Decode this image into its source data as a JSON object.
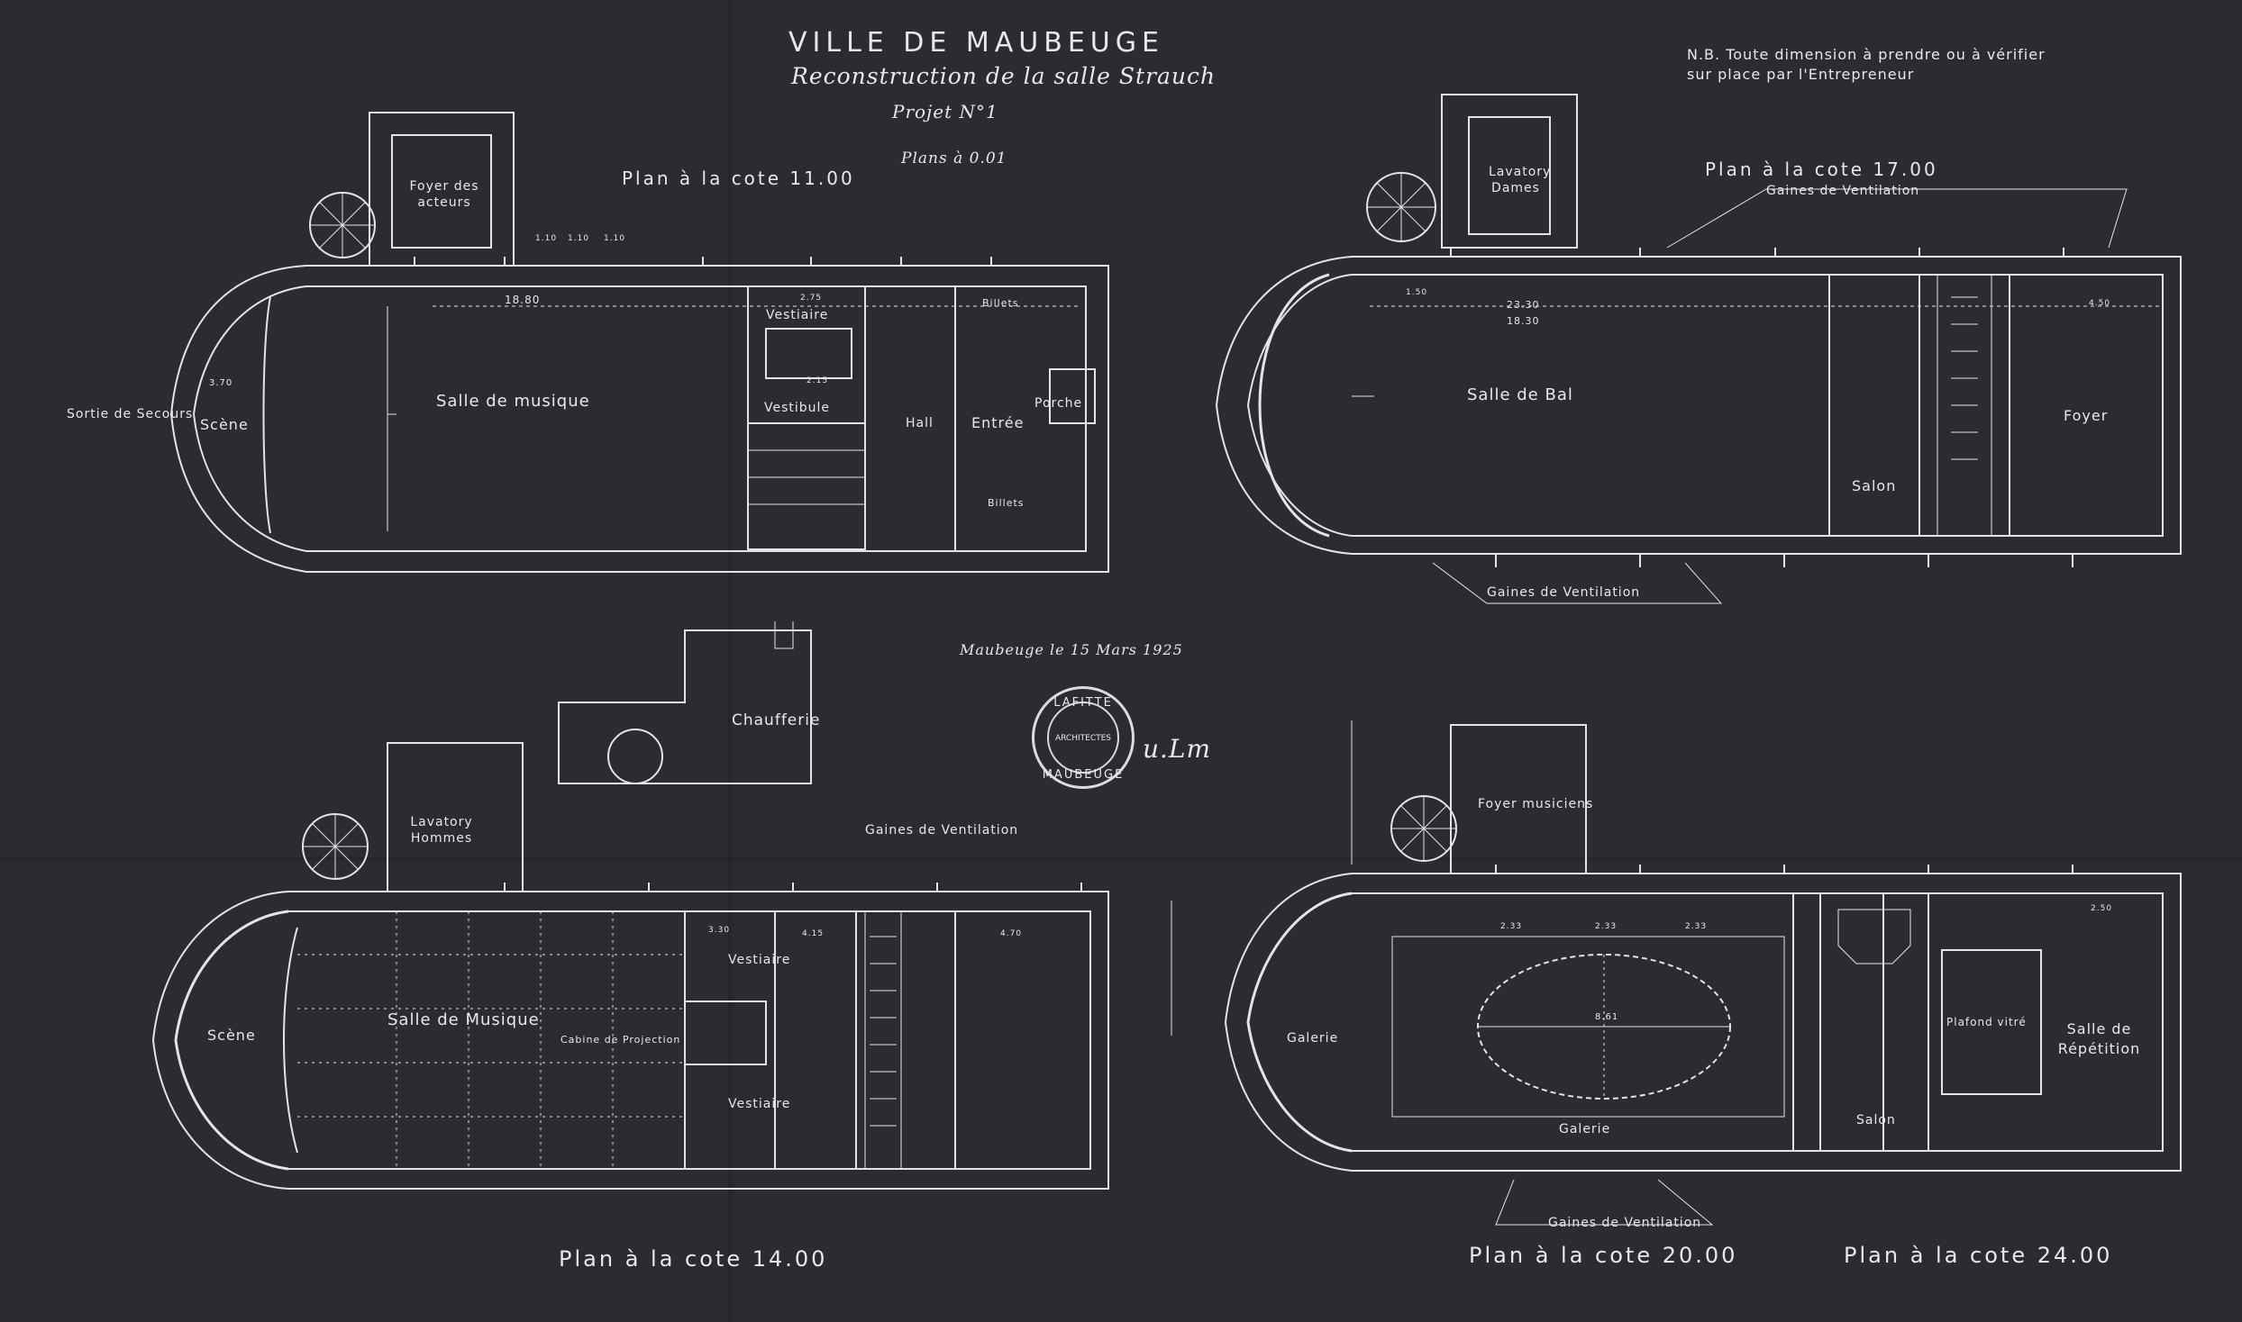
{
  "header": {
    "title": "VILLE DE MAUBEUGE",
    "subtitle": "Reconstruction de la salle Strauch",
    "project": "Projet N°1",
    "scale": "Plans à 0.01",
    "note_line1": "N.B. Toute dimension à prendre ou à vérifier",
    "note_line2": "sur place par l'Entrepreneur",
    "date": "Maubeuge le 15 Mars 1925"
  },
  "stamp": {
    "top": "LAFITTE",
    "middle": "ARCHITECTES",
    "bottom": "MAUBEUGE"
  },
  "signature": "u.Lm",
  "plans": {
    "p1100": {
      "title": "Plan à la cote 11.00",
      "rooms": [
        "Foyer des acteurs",
        "Sortie de Secours",
        "Scène",
        "Salle de musique",
        "Vestiaire",
        "Vestibule",
        "Hall",
        "Entrée",
        "Porche",
        "Billets",
        "Billets"
      ],
      "dims": [
        "18.80",
        "1.10",
        "1.10",
        "1.10",
        "3.70",
        "2.15",
        "2.75"
      ]
    },
    "p1700": {
      "title": "Plan à la cote 17.00",
      "rooms": [
        "Lavatory Dames",
        "Salle de Bal",
        "Foyer",
        "Salon"
      ],
      "ventilation": [
        "Gaines de Ventilation",
        "Gaines de Ventilation"
      ],
      "dims": [
        "23.30",
        "18.30",
        "1.50",
        "4.50"
      ]
    },
    "p1400": {
      "title": "Plan à la cote 14.00",
      "rooms": [
        "Lavatory Hommes",
        "Chaufferie",
        "Scène",
        "Salle de Musique",
        "Cabine de Projection",
        "Vestiaire",
        "Vestiaire"
      ],
      "ventilation": [
        "Gaines de Ventilation"
      ],
      "dims": [
        "4.15",
        "4.70",
        "3.30"
      ]
    },
    "p2000": {
      "title": "Plan à la cote 20.00",
      "rooms": [
        "Foyer musiciens",
        "Galerie",
        "Galerie"
      ],
      "ventilation": [
        "Gaines de Ventilation"
      ],
      "dims": [
        "8.61",
        "2.33",
        "2.33",
        "2.33"
      ]
    },
    "p2400": {
      "title": "Plan à la cote 24.00",
      "rooms": [
        "Plafond vitré",
        "Salle de Répétition",
        "Salon"
      ],
      "dims": [
        "2.50"
      ]
    }
  }
}
